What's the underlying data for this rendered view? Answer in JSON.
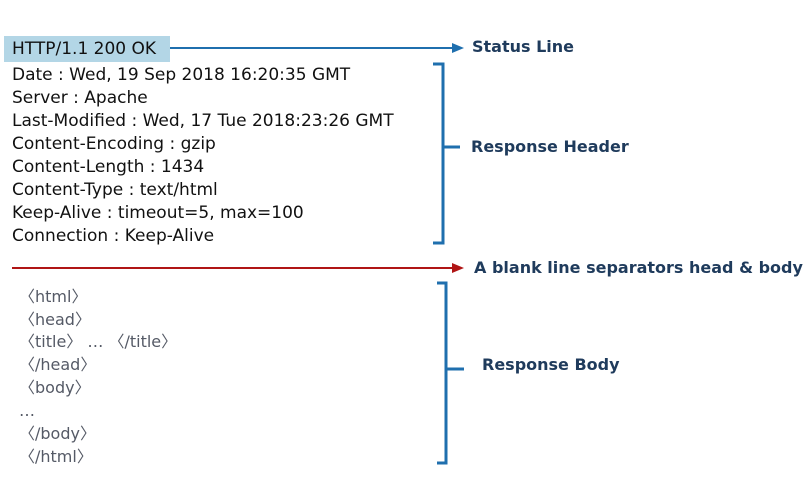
{
  "status_line": {
    "text": "HTTP/1.1 200 OK",
    "label": "Status Line"
  },
  "response_header": {
    "label": "Response Header",
    "lines": [
      "Date : Wed, 19 Sep 2018 16:20:35 GMT",
      "Server : Apache",
      "Last-Modified : Wed, 17 Tue 2018:23:26 GMT",
      "Content-Encoding : gzip",
      "Content-Length : 1434",
      "Content-Type : text/html",
      "Keep-Alive : timeout=5, max=100",
      "Connection : Keep-Alive"
    ]
  },
  "separator": {
    "label": "A blank line separators head & body"
  },
  "response_body": {
    "label": "Response Body",
    "lines": [
      "〈html〉",
      "〈head〉",
      "〈title〉 … 〈/title〉",
      "〈/head〉",
      "〈body〉",
      "…",
      "〈/body〉",
      "〈/html〉"
    ]
  },
  "colors": {
    "blue_arrow": "#1f6fae",
    "red_arrow": "#b01515",
    "status_highlight": "#b3d6e6",
    "label_text": "#1f3b5c",
    "body_text": "#555a66"
  }
}
